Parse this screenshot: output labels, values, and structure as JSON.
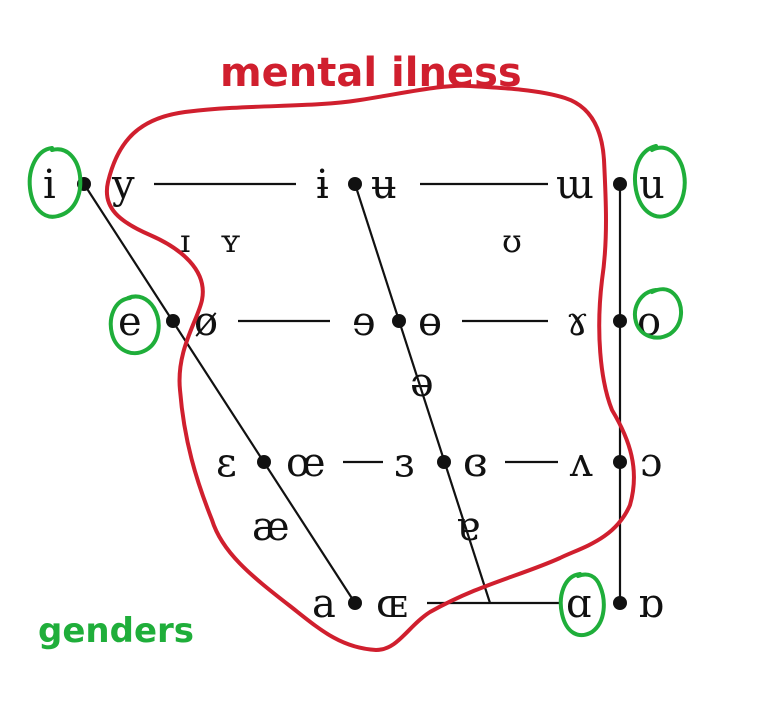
{
  "annotations": {
    "mental_illness_label": "mental ilness",
    "genders_label": "genders",
    "red": "#d01f2e",
    "green": "#1fae3a"
  },
  "vowel_chart": {
    "close": {
      "front_unrounded": "i",
      "front_rounded": "y",
      "central_unrounded": "ɨ",
      "central_rounded": "ʉ",
      "back_unrounded": "ɯ",
      "back_rounded": "u"
    },
    "near_close": {
      "front_unrounded": "ɪ",
      "front_rounded": "ʏ",
      "back_rounded": "ʊ"
    },
    "close_mid": {
      "front_unrounded": "e",
      "front_rounded": "ø",
      "central_unrounded": "ɘ",
      "central_rounded": "ɵ",
      "back_unrounded": "ɤ",
      "back_rounded": "o"
    },
    "mid": {
      "central": "ə"
    },
    "open_mid": {
      "front_unrounded": "ɛ",
      "front_rounded": "œ",
      "central_unrounded": "ɜ",
      "central_rounded": "ɞ",
      "back_unrounded": "ʌ",
      "back_rounded": "ɔ"
    },
    "near_open": {
      "front_unrounded": "æ",
      "central": "ɐ"
    },
    "open": {
      "front_unrounded": "a",
      "front_rounded": "ɶ",
      "back_unrounded": "ɑ",
      "back_rounded": "ɒ"
    }
  }
}
